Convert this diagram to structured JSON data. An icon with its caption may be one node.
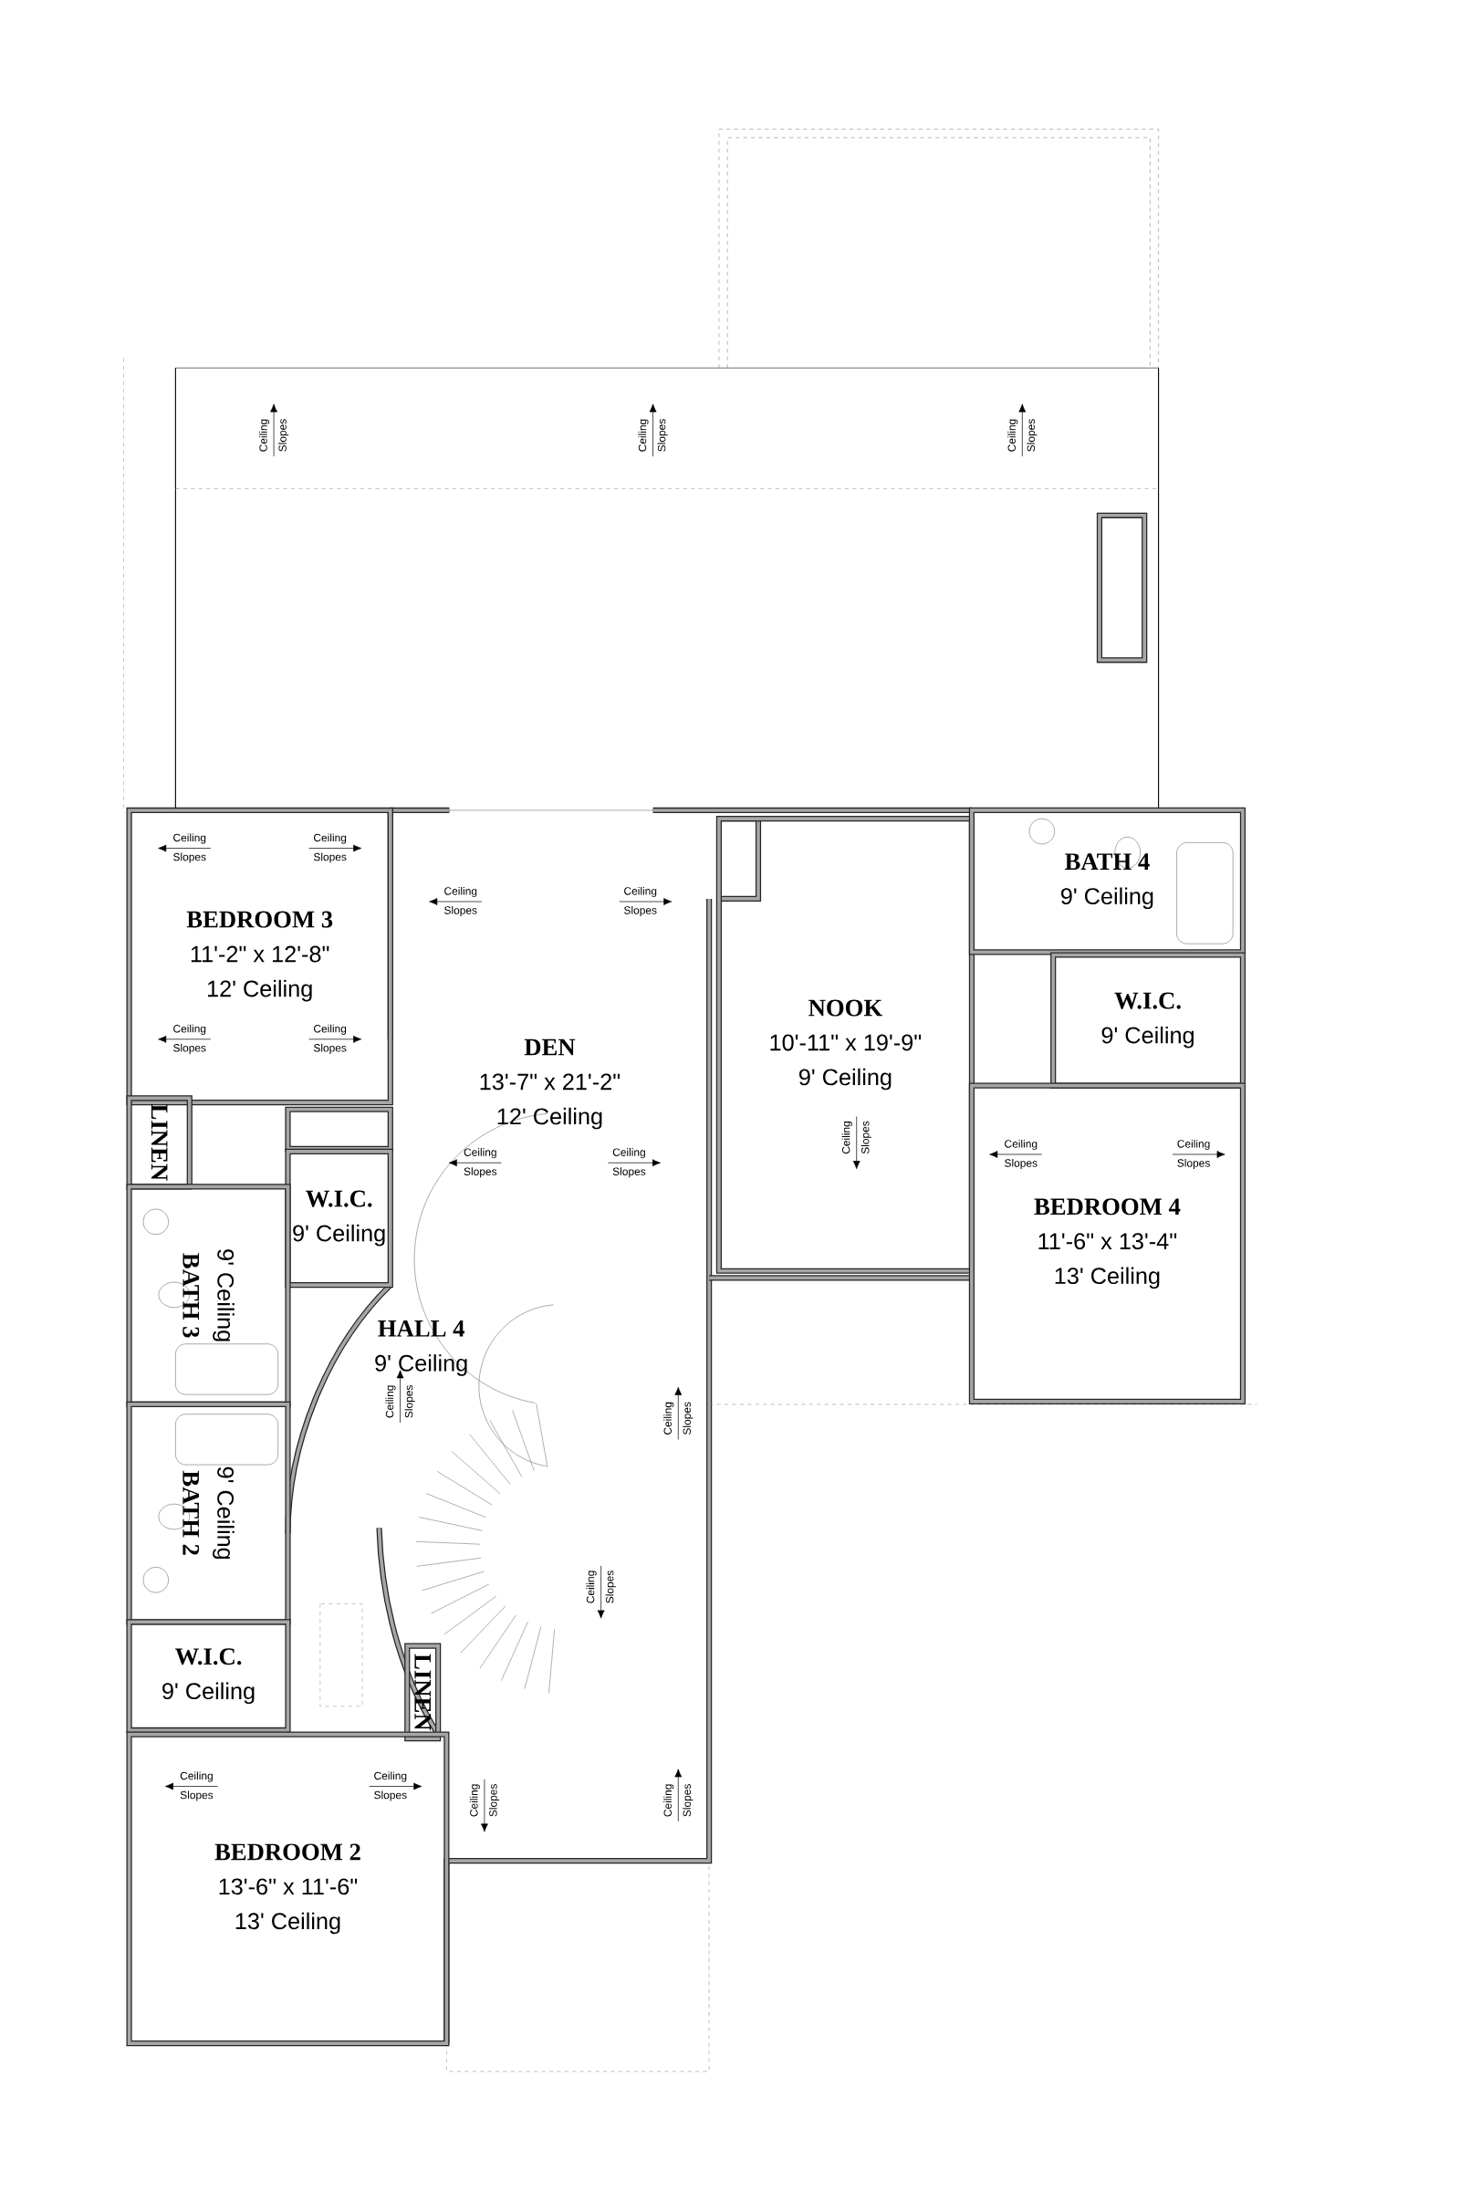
{
  "diagram": {
    "nodes": [
      {
        "text": [
          "BEDROOM 3",
          "11'-2\" x 12'-8\"",
          "12' Ceiling"
        ]
      },
      {
        "text": [
          "DEN",
          "13'-7\" x 21'-2\"",
          "12' Ceiling"
        ]
      },
      {
        "text": [
          "NOOK",
          "10'-11\" x 19'-9\"",
          "9' Ceiling"
        ]
      },
      {
        "text": [
          "BATH 4",
          "9' Ceiling"
        ]
      },
      {
        "text": [
          "W.I.C.",
          "9' Ceiling"
        ]
      },
      {
        "text": [
          "LINEN"
        ]
      },
      {
        "text": [
          "W.I.C.",
          "9' Ceiling"
        ]
      },
      {
        "text": [
          "BATH 3",
          "9' Ceiling"
        ]
      },
      {
        "text": [
          "BEDROOM 4",
          "11'-6\" x 13'-4\"",
          "13' Ceiling"
        ]
      },
      {
        "text": [
          "HALL 4",
          "9' Ceiling"
        ]
      },
      {
        "text": [
          "BATH 2",
          "9' Ceiling"
        ]
      },
      {
        "text": [
          "W.I.C.",
          "9' Ceiling"
        ]
      },
      {
        "text": [
          "LINEN"
        ]
      },
      {
        "text": [
          "BEDROOM 2",
          "13'-6\" x 11'-6\"",
          "13' Ceiling"
        ]
      }
    ],
    "labels": [
      "Ceiling Slopes",
      "Ceiling Slopes",
      "Ceiling Slopes",
      "Ceiling Slopes",
      "Ceiling Slopes",
      "Ceiling Slopes",
      "Ceiling Slopes",
      "Ceiling Slopes",
      "Ceiling Slopes",
      "Ceiling Slopes",
      "Ceiling Slopes",
      "Ceiling Slopes",
      "Ceiling Slopes",
      "Ceiling Slopes",
      "Ceiling Slopes",
      "Ceiling Slopes",
      "Ceiling Slopes",
      "Ceiling Slopes",
      "Ceiling Slopes",
      "Ceiling Slopes",
      "Ceiling Slopes"
    ]
  }
}
